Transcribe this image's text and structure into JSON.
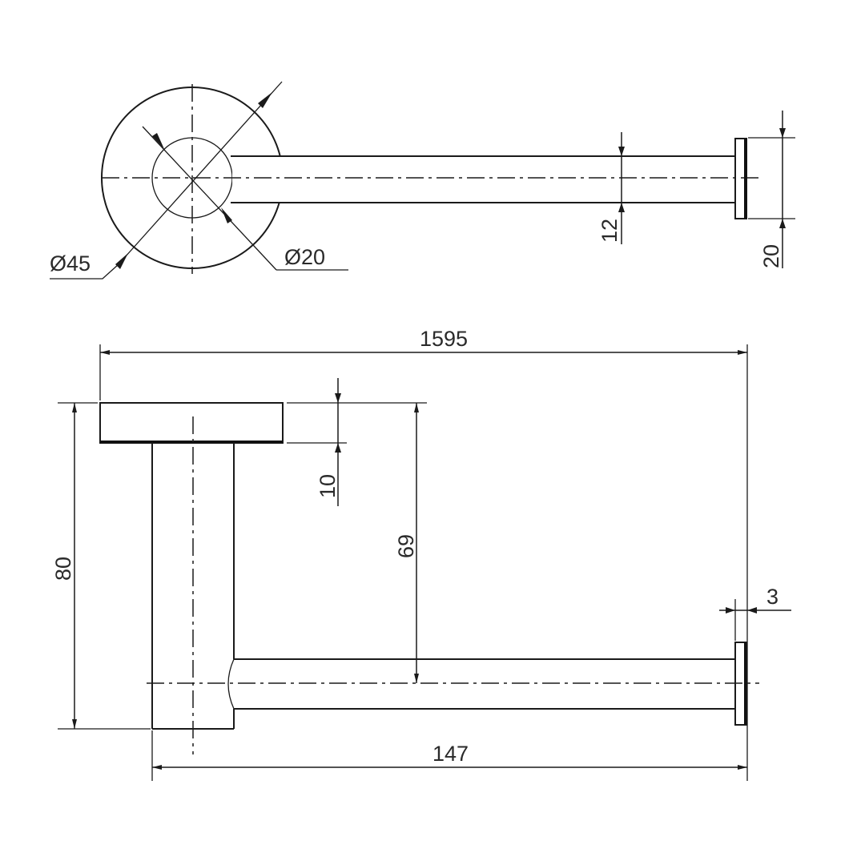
{
  "top_view": {
    "outer_diameter": "45",
    "inner_diameter": "20",
    "diameter_symbol": "Ø",
    "arm_thickness": "12",
    "end_cap_height": "20"
  },
  "side_view": {
    "overall_length_top": "1595",
    "overall_height": "80",
    "flange_thickness": "10",
    "arm_height": "69",
    "end_cap_thickness": "3",
    "overall_length_bottom": "147"
  }
}
